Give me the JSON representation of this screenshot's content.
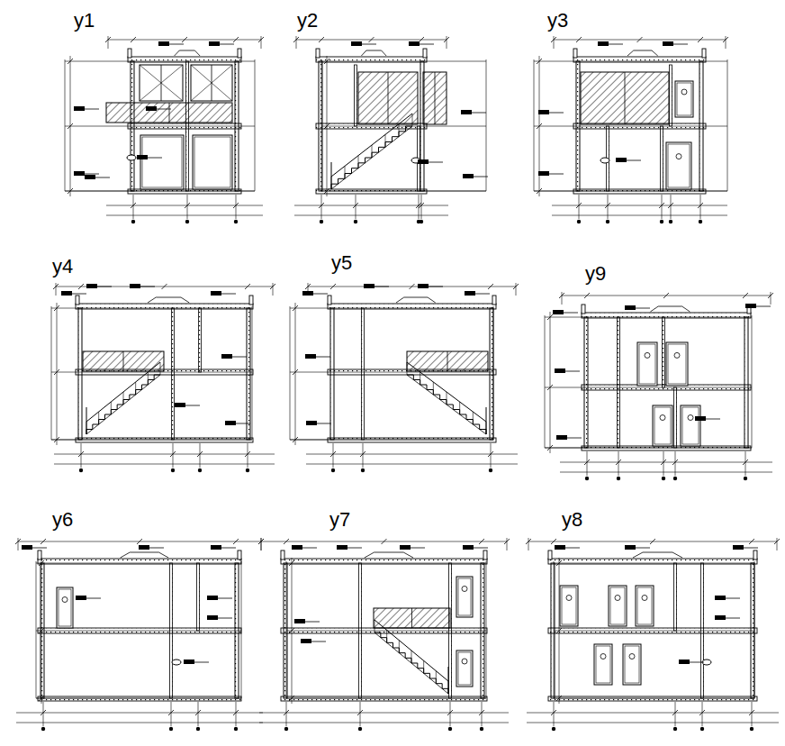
{
  "diagram": {
    "labels": [
      "y1",
      "y2",
      "y3",
      "y4",
      "y5",
      "y9",
      "y6",
      "y7",
      "y8"
    ]
  }
}
